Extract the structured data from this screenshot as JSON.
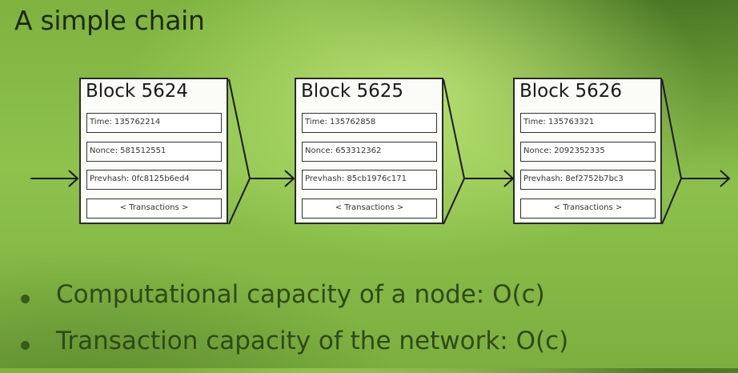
{
  "title": "A simple chain",
  "blocks": [
    {
      "name": "Block 5624",
      "time": "Time: 135762214",
      "nonce": "Nonce: 581512551",
      "prevhash": "Prevhash: 0fc8125b6ed4",
      "transactions": "< Transactions >"
    },
    {
      "name": "Block 5625",
      "time": "Time: 135762858",
      "nonce": "Nonce: 653312362",
      "prevhash": "Prevhash: 85cb1976c171",
      "transactions": "< Transactions >"
    },
    {
      "name": "Block 5626",
      "time": "Time: 135763321",
      "nonce": "Nonce: 2092352335",
      "prevhash": "Prevhash: 8ef2752b7bc3",
      "transactions": "< Transactions >"
    }
  ],
  "bullets": [
    "Computational capacity of a node: O(c)",
    "Transaction capacity of the network: O(c)"
  ]
}
